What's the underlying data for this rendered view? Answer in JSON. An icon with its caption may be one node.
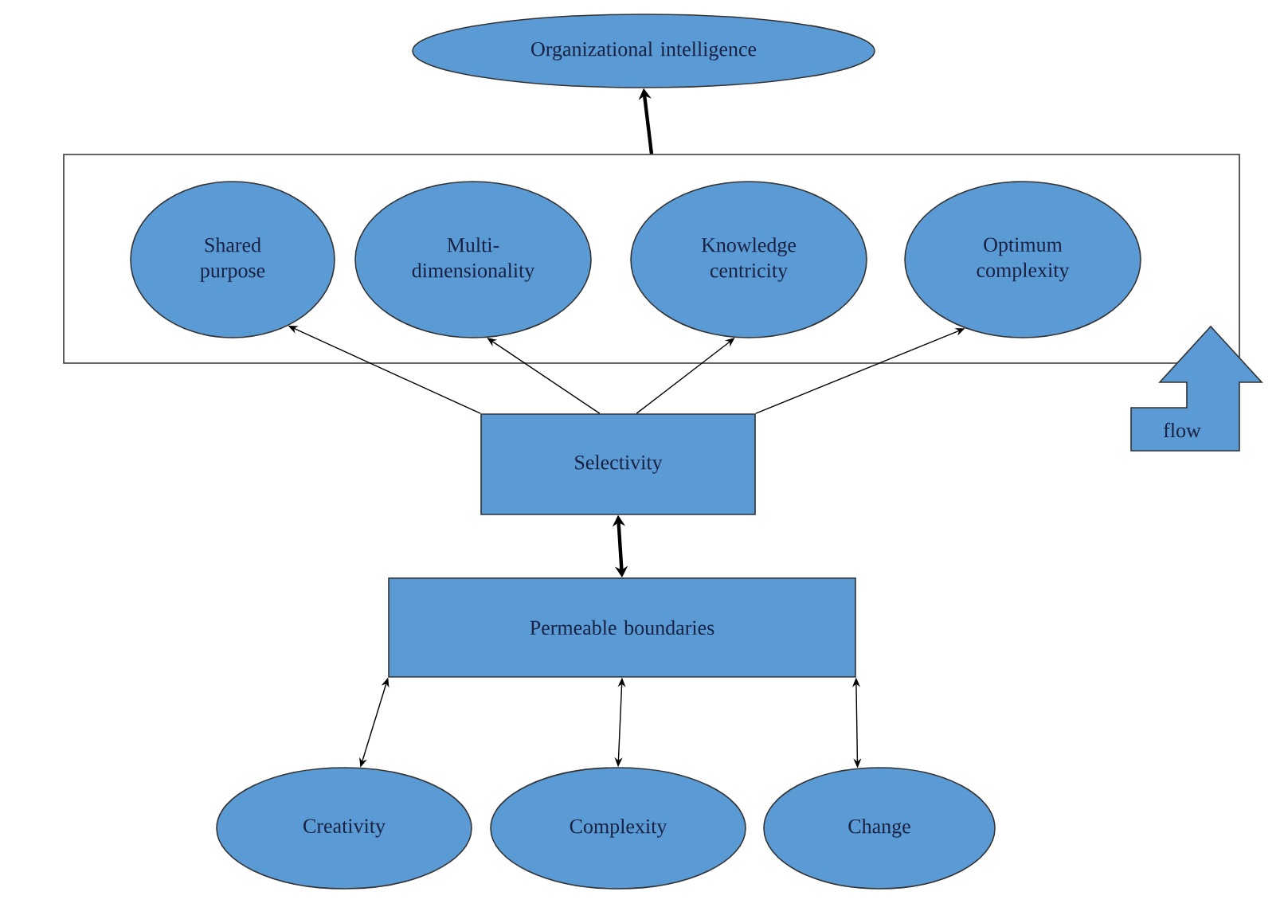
{
  "diagram": {
    "nodes": [
      {
        "text": [
          "Organizational intelligence"
        ]
      },
      {
        "text": [],
        "shape": "box"
      },
      {
        "text": [
          "Shared purpose"
        ],
        "in": 1
      },
      {
        "text": [
          "Multi- dimensionality"
        ],
        "in": 1
      },
      {
        "text": [
          "Knowledge centricity"
        ],
        "in": 1
      },
      {
        "text": [
          "Optimum complexity"
        ],
        "in": 1
      },
      {
        "text": [
          "Selectivity"
        ]
      },
      {
        "text": [
          "Permeable boundaries"
        ]
      },
      {
        "text": [
          "Creativity"
        ]
      },
      {
        "text": [
          "Complexity"
        ]
      },
      {
        "text": [
          "Change"
        ]
      },
      {
        "text": [
          "flow"
        ]
      }
    ],
    "edges": [
      {
        "from": 1,
        "to": 0,
        "arrow": "to",
        "style": "thick"
      },
      {
        "from": 6,
        "to": 2,
        "arrow": "to"
      },
      {
        "from": 6,
        "to": 3,
        "arrow": "to"
      },
      {
        "from": 6,
        "to": 4,
        "arrow": "to"
      },
      {
        "from": 6,
        "to": 5,
        "arrow": "to"
      },
      {
        "from": 6,
        "to": 7,
        "arrow": "both",
        "style": "thick"
      },
      {
        "from": 7,
        "to": 8,
        "arrow": "both"
      },
      {
        "from": 7,
        "to": 9,
        "arrow": "both"
      },
      {
        "from": 7,
        "to": 10,
        "arrow": "both"
      }
    ]
  }
}
